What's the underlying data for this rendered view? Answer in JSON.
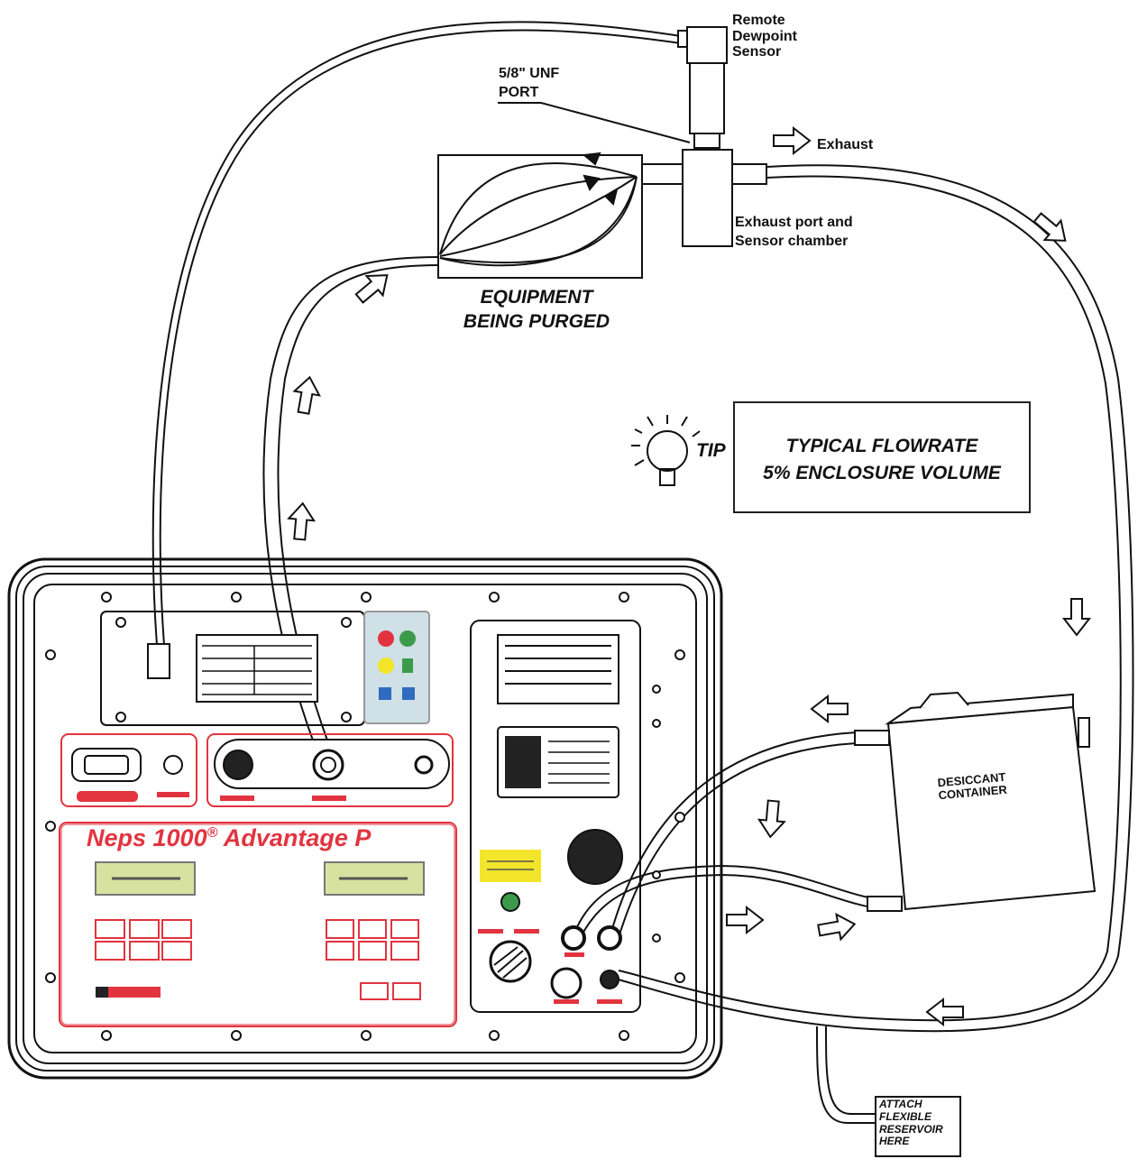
{
  "labels": {
    "remote_sensor": [
      "Remote",
      "Dewpoint",
      "Sensor"
    ],
    "port": [
      "5/8\" UNF",
      "PORT"
    ],
    "exhaust": "Exhaust",
    "exhaust_port": [
      "Exhaust port and",
      "Sensor chamber"
    ],
    "equipment": [
      "EQUIPMENT",
      "BEING PURGED"
    ],
    "tip": "TIP",
    "flowrate": [
      "TYPICAL FLOWRATE",
      "5% ENCLOSURE VOLUME"
    ],
    "desiccant": [
      "DESICCANT",
      "CONTAINER"
    ],
    "attach": [
      "ATTACH",
      "FLEXIBLE",
      "RESERVOIR",
      "HERE"
    ],
    "product_name": "Neps 1000",
    "product_reg": "®",
    "product_suffix": "Advantage P"
  },
  "colors": {
    "line": "#111111",
    "panel_red": "#e2343f",
    "yellow_label": "#f3e52a",
    "lcd": "#d8e2a0",
    "indicator_panel": "#cfe0e6"
  }
}
